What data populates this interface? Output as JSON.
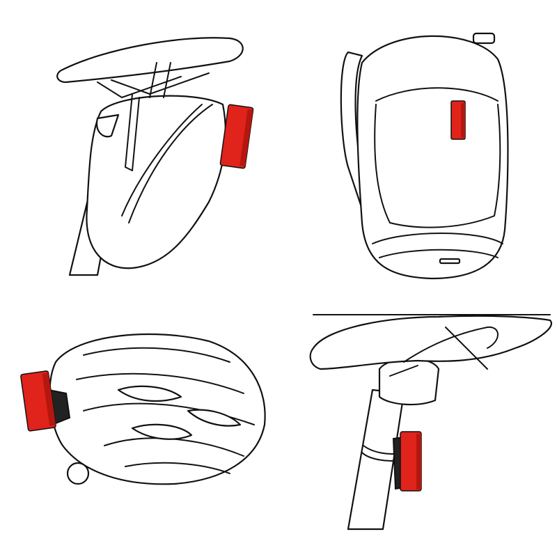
{
  "colors": {
    "light": "#e0231b",
    "light_shade": "#b5170f",
    "outline": "#111111",
    "background": "#ffffff"
  },
  "panels": [
    {
      "id": "saddle-bag",
      "icon": "saddle-bag-with-rear-light"
    },
    {
      "id": "backpack",
      "icon": "backpack-with-rear-light"
    },
    {
      "id": "helmet",
      "icon": "helmet-with-rear-light"
    },
    {
      "id": "seatpost",
      "icon": "seatpost-with-rear-light"
    }
  ]
}
